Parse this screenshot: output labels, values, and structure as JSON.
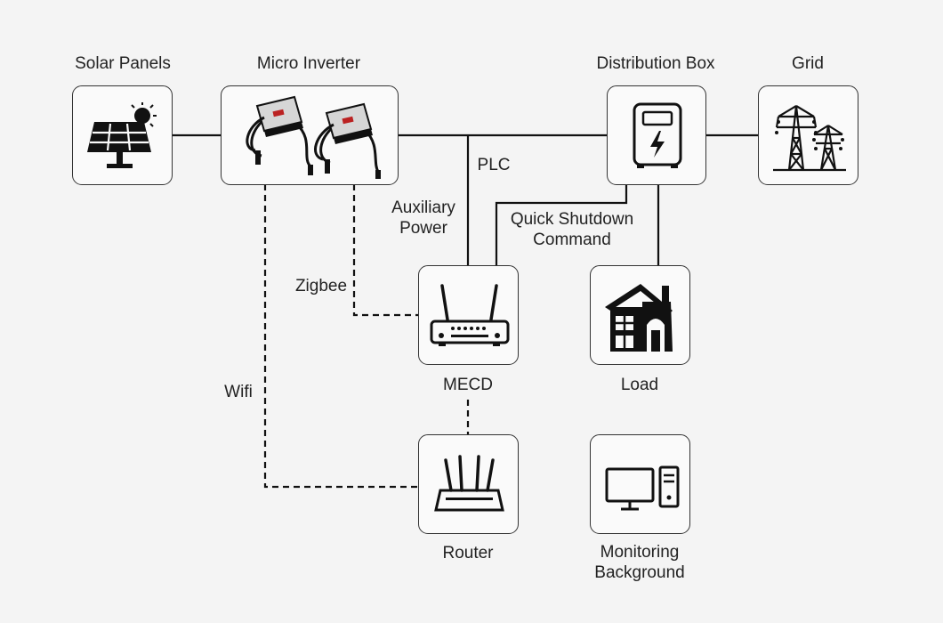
{
  "nodes": {
    "solar_panels": "Solar Panels",
    "micro_inverter": "Micro Inverter",
    "distribution_box": "Distribution Box",
    "grid": "Grid",
    "mecd": "MECD",
    "load": "Load",
    "router": "Router",
    "monitoring": [
      "Monitoring",
      "Background"
    ]
  },
  "connections": {
    "plc": "PLC",
    "auxiliary_power": [
      "Auxiliary",
      "Power"
    ],
    "quick_shutdown": [
      "Quick Shutdown",
      "Command"
    ],
    "zigbee": "Zigbee",
    "wifi": "Wifi"
  },
  "colors": {
    "line": "#111111",
    "box_border": "#333333",
    "background": "#f4f4f4",
    "icon": "#111111",
    "icon_accent": "#cccccc"
  },
  "icons": {
    "solar_panels": "solar-panel-icon",
    "micro_inverter": "micro-inverter-icon",
    "distribution_box": "distribution-box-icon",
    "grid": "transmission-tower-icon",
    "mecd": "gateway-device-icon",
    "load": "house-icon",
    "router": "router-icon",
    "monitoring": "desktop-computer-icon"
  }
}
